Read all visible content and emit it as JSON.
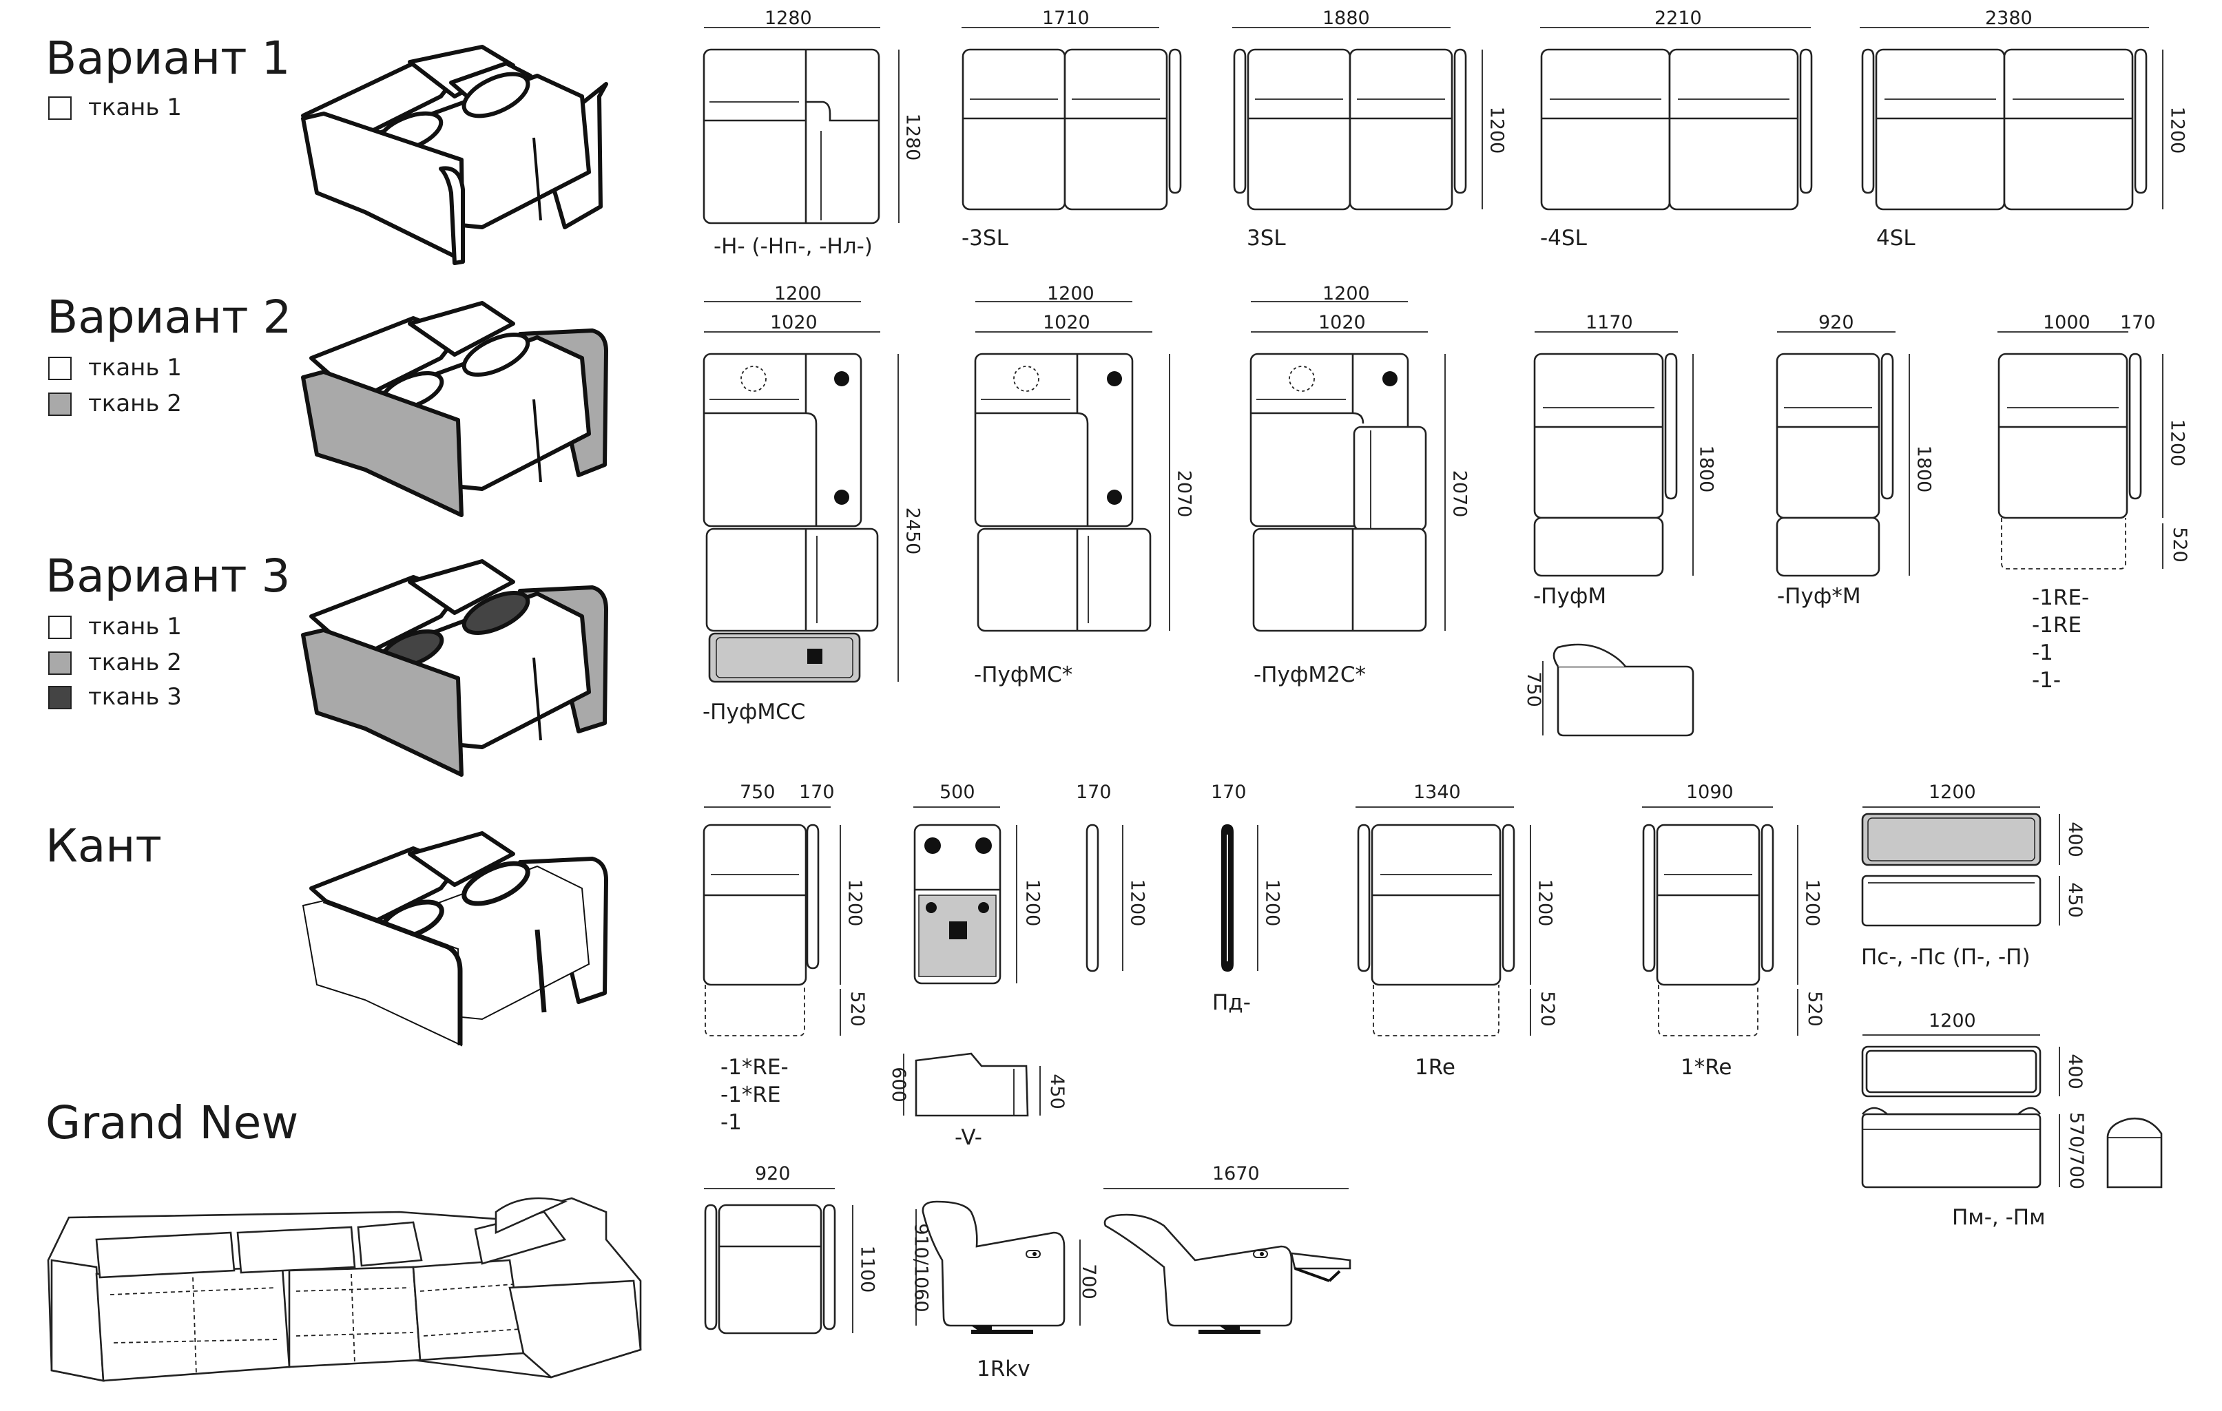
{
  "variants": [
    {
      "title": "Вариант 1",
      "legend": [
        "ткань 1"
      ]
    },
    {
      "title": "Вариант 2",
      "legend": [
        "ткань 1",
        "ткань 2"
      ]
    },
    {
      "title": "Вариант 3",
      "legend": [
        "ткань 1",
        "ткань 2",
        "ткань 3"
      ]
    },
    {
      "title": "Кант"
    },
    {
      "title": "Grand New"
    }
  ],
  "fabric_colors": {
    "fabric_1": "#ffffff",
    "fabric_2": "#a9a9a9",
    "fabric_3": "#444444"
  },
  "dimensions": {
    "d1280": "1280",
    "d1710": "1710",
    "d1880": "1880",
    "d2210": "2210",
    "d2380": "2380",
    "d1200": "1200",
    "d1020": "1020",
    "d1170": "1170",
    "d920": "920",
    "d1000": "1000",
    "d170": "170",
    "d750": "750",
    "d500": "500",
    "d1340": "1340",
    "d1090": "1090",
    "d1670": "1670",
    "d2450": "2450",
    "d2070": "2070",
    "d1800": "1800",
    "d520": "520",
    "d400": "400",
    "d450": "450",
    "d600": "600",
    "d570_700": "570/700",
    "d1100": "1100",
    "d700": "700",
    "d910_1060": "910/1060"
  },
  "labels": {
    "h": "-Н- (-Нп-, -Нл-)",
    "m3sl_dash": "-3SL",
    "m3sl": "3SL",
    "m4sl_dash": "-4SL",
    "m4sl": "4SL",
    "pufmcc": "-ПуфМСС",
    "pufmc": "-ПуфМС*",
    "pufm2c": "-ПуфМ2С*",
    "pufm": "-ПуфМ",
    "pufstarm": "-Пуф*М",
    "re_group": "-1RE-\n-1RE\n-1\n-1-",
    "re_star_group": "-1*RE-\n-1*RE\n-1",
    "pd": "Пд-",
    "re1": "1Re",
    "re1star": "1*Re",
    "ps": "Пс-, -Пс (П-, -П)",
    "v": "-V-",
    "pm": "Пм-, -Пм",
    "rkv": "1Rkv"
  }
}
